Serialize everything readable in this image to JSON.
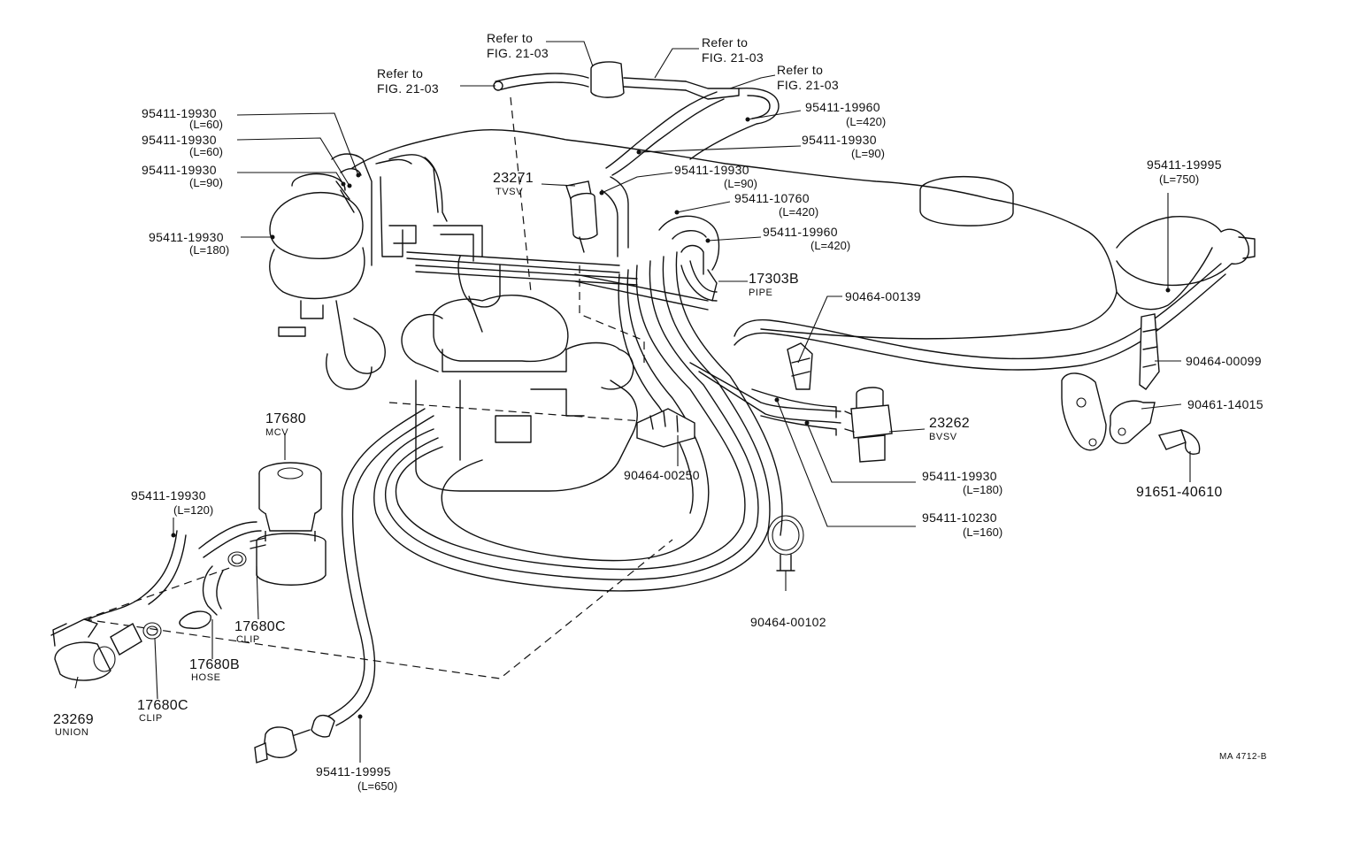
{
  "labels": {
    "refer_top_left": {
      "line1": "Refer to",
      "line2": "FIG. 21-03"
    },
    "refer_top_mid": {
      "line1": "Refer to",
      "line2": "FIG. 21-03"
    },
    "refer_top_right1": {
      "line1": "Refer to",
      "line2": "FIG. 21-03"
    },
    "refer_top_right2": {
      "line1": "Refer to",
      "line2": "FIG. 21-03"
    },
    "hose_l60_a": {
      "part": "95411-19930",
      "len": "(L=60)"
    },
    "hose_l60_b": {
      "part": "95411-19930",
      "len": "(L=60)"
    },
    "hose_l90_a": {
      "part": "95411-19930",
      "len": "(L=90)"
    },
    "hose_l180_a": {
      "part": "95411-19930",
      "len": "(L=180)"
    },
    "hose_19960_a": {
      "part": "95411-19960",
      "len": "(L=420)"
    },
    "hose_l90_b": {
      "part": "95411-19930",
      "len": "(L=90)"
    },
    "hose_l90_c": {
      "part": "95411-19930",
      "len": "(L=90)"
    },
    "hose_10760": {
      "part": "95411-10760",
      "len": "(L=420)"
    },
    "hose_19960_b": {
      "part": "95411-19960",
      "len": "(L=420)"
    },
    "hose_19995_a": {
      "part": "95411-19995",
      "len": "(L=750)"
    },
    "tvsv": {
      "part": "23271",
      "name": "TVSV"
    },
    "pipe": {
      "part": "17303B",
      "name": "PIPE"
    },
    "clamp_139": {
      "part": "90464-00139"
    },
    "clamp_099": {
      "part": "90464-00099"
    },
    "bracket_015": {
      "part": "90461-14015"
    },
    "bvsv": {
      "part": "23262",
      "name": "BVSV"
    },
    "bolt": {
      "part": "91651-40610"
    },
    "clamp_250": {
      "part": "90464-00250"
    },
    "hose_l180_b": {
      "part": "95411-19930",
      "len": "(L=180)"
    },
    "hose_10230": {
      "part": "95411-10230",
      "len": "(L=160)"
    },
    "clamp_102": {
      "part": "90464-00102"
    },
    "mcv": {
      "part": "17680",
      "name": "MCV"
    },
    "hose_l120": {
      "part": "95411-19930",
      "len": "(L=120)"
    },
    "clip_a": {
      "part": "17680C",
      "name": "CLIP"
    },
    "hose_b": {
      "part": "17680B",
      "name": "HOSE"
    },
    "union": {
      "part": "23269",
      "name": "UNION"
    },
    "clip_b": {
      "part": "17680C",
      "name": "CLIP"
    },
    "hose_19995_b": {
      "part": "95411-19995",
      "len": "(L=650)"
    },
    "drawing_code": "MA 4712-B"
  }
}
